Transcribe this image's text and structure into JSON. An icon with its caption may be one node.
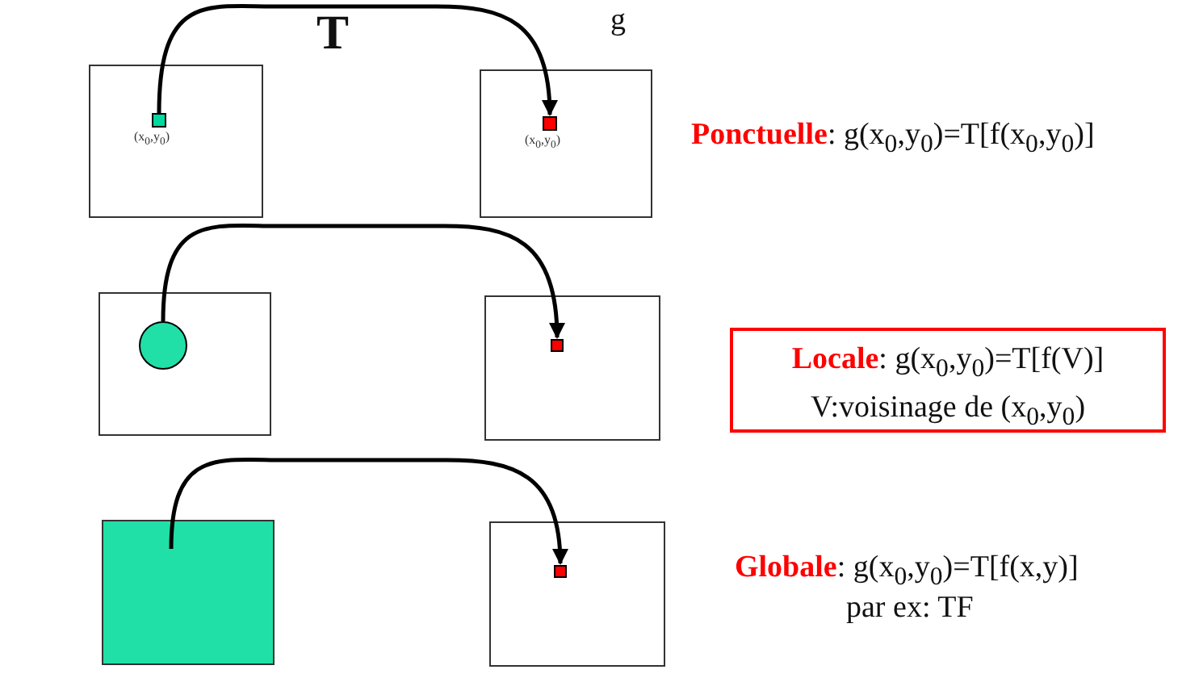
{
  "diagram": {
    "nodes": [
      {
        "text": [],
        "shape": "box"
      },
      {
        "text": [],
        "shape": "box",
        "in": 0,
        "beside": [
          "(x$_{0}$,y$_{0}$)"
        ]
      },
      {
        "text": [],
        "shape": "box"
      },
      {
        "text": [],
        "shape": "box",
        "in": 2,
        "beside": [
          "(x$_{0}$,y$_{0}$)"
        ]
      },
      {
        "text": [],
        "shape": "box"
      },
      {
        "text": [],
        "shape": "circle",
        "in": 4
      },
      {
        "text": [],
        "shape": "box"
      },
      {
        "text": [],
        "shape": "box",
        "in": 6
      },
      {
        "text": [],
        "shape": "box"
      },
      {
        "text": [],
        "shape": "box"
      },
      {
        "text": [],
        "shape": "box",
        "in": 9
      },
      {
        "text": [
          "**Locale**: g(x$_{0}$,y$_{0}$)=T[f(V)]",
          "V:voisinage de (x$_{0}$,y$_{0}$)"
        ]
      }
    ],
    "edges": [
      {
        "from": 1,
        "to": 3,
        "arrow": "to"
      },
      {
        "from": 5,
        "to": 7,
        "arrow": "to"
      },
      {
        "from": 8,
        "to": 10,
        "arrow": "to"
      }
    ],
    "labels": [
      "T",
      "g",
      "**Ponctuelle**: g(x$_{0}$,y$_{0}$)=T[f(x$_{0}$,y$_{0}$)]",
      "**Globale**: g(x$_{0}$,y$_{0}$)=T[f(x,y)]",
      "par ex: TF"
    ]
  }
}
